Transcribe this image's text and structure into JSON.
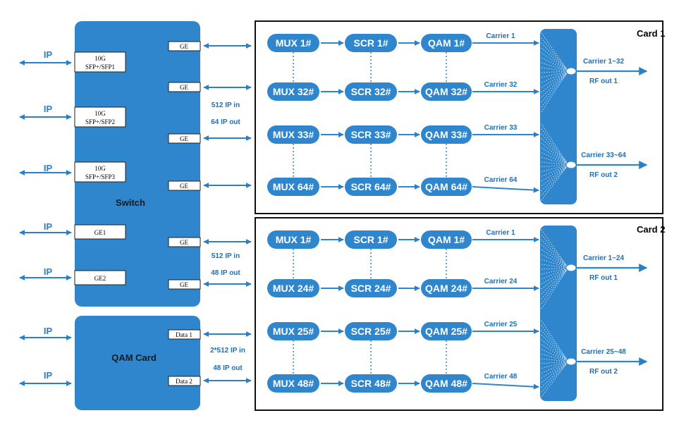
{
  "switch": {
    "label": "Switch",
    "sfp_ports": [
      {
        "line1": "10G",
        "line2": "SFP+/SFP1"
      },
      {
        "line1": "10G",
        "line2": "SFP+/SFP2"
      },
      {
        "line1": "10G",
        "line2": "SFP+/SFP3"
      }
    ],
    "ge_ports": [
      "GE1",
      "GE2"
    ],
    "right_ports": [
      "GE",
      "GE",
      "GE",
      "GE",
      "GE",
      "GE"
    ]
  },
  "qam_card": {
    "label": "QAM Card",
    "ports": [
      "Data 1",
      "Data 2"
    ]
  },
  "ip_labels": [
    "IP",
    "IP",
    "IP",
    "IP",
    "IP",
    "IP",
    "IP"
  ],
  "link_labels": [
    {
      "line1": "512 IP in",
      "line2": "64 IP out"
    },
    {
      "line1": "512 IP in",
      "line2": "48 IP out"
    },
    {
      "line1": "2*512 IP in",
      "line2": "48 IP out"
    }
  ],
  "cards": [
    {
      "title": "Card 1",
      "rows": [
        {
          "mux": "MUX 1#",
          "scr": "SCR 1#",
          "qam": "QAM 1#",
          "carrier": "Carrier 1"
        },
        {
          "mux": "MUX 32#",
          "scr": "SCR 32#",
          "qam": "QAM 32#",
          "carrier": "Carrier 32"
        },
        {
          "mux": "MUX 33#",
          "scr": "SCR 33#",
          "qam": "QAM 33#",
          "carrier": "Carrier 33"
        },
        {
          "mux": "MUX 64#",
          "scr": "SCR 64#",
          "qam": "QAM 64#",
          "carrier": "Carrier 64"
        }
      ],
      "outputs": [
        {
          "range": "Carrier 1~32",
          "rf": "RF out 1"
        },
        {
          "range": "Carrier 33~64",
          "rf": "RF out 2"
        }
      ]
    },
    {
      "title": "Card 2",
      "rows": [
        {
          "mux": "MUX 1#",
          "scr": "SCR 1#",
          "qam": "QAM 1#",
          "carrier": "Carrier 1"
        },
        {
          "mux": "MUX 24#",
          "scr": "SCR 24#",
          "qam": "QAM 24#",
          "carrier": "Carrier 24"
        },
        {
          "mux": "MUX 25#",
          "scr": "SCR 25#",
          "qam": "QAM 25#",
          "carrier": "Carrier 25"
        },
        {
          "mux": "MUX 48#",
          "scr": "SCR 48#",
          "qam": "QAM 48#",
          "carrier": "Carrier 48"
        }
      ],
      "outputs": [
        {
          "range": "Carrier 1~24",
          "rf": "RF out 1"
        },
        {
          "range": "Carrier 25~48",
          "rf": "RF out 2"
        }
      ]
    }
  ],
  "colors": {
    "block": "#2f86cc",
    "pill": "#2f86cc",
    "arrow": "#2a7fc6",
    "label": "#1f6fb5"
  }
}
